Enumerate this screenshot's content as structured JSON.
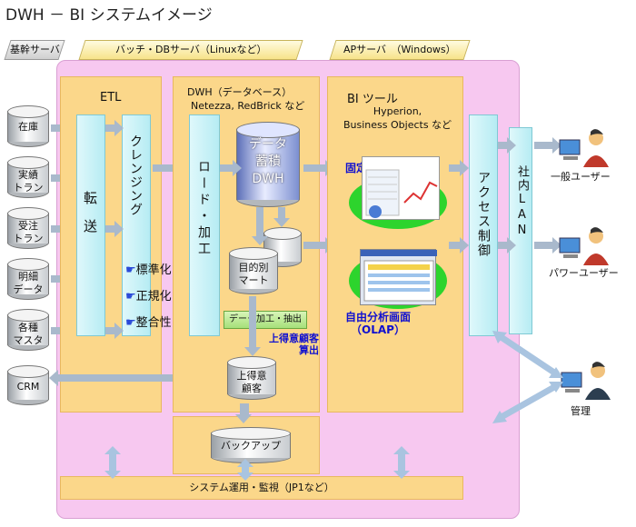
{
  "title": "DWH － BI システムイメージ",
  "tabs": {
    "core": "基幹サーバ",
    "batch": "バッチ・DBサーバ（Linuxなど）",
    "ap": "APサーバ　（Windows）"
  },
  "sources": [
    "在庫",
    "実績\nトラン",
    "受注\nトラン",
    "明細\nデータ",
    "各種\nマスタ"
  ],
  "crm": "CRM",
  "etl": {
    "title": "ETL",
    "transfer": "転送",
    "cleansing": "クレンジング",
    "items": [
      "標準化",
      "正規化",
      "整合性"
    ]
  },
  "dwh": {
    "title": "DWH（データベース）",
    "subtitle": "Netezza, RedBrick など",
    "load": "ロード・加工",
    "store": [
      "データ",
      "蓄積",
      "DWH"
    ],
    "mart": "目的別\nマート",
    "process": "データ加工・抽出",
    "calc": "上得意顧客\n算出",
    "topcustomer": "上得意\n顧客",
    "backup": "バックアップ"
  },
  "bi": {
    "title": "BI ツール",
    "subtitle": "Hyperion,\nBusiness Objects など",
    "fixed": "固定帳票",
    "free": "自由分析画面\n（OLAP）",
    "access": "アクセス制御"
  },
  "lan": "社内LAN",
  "users": [
    "一般ユーザー",
    "パワーユーザー",
    "管理"
  ],
  "ops": "システム運用・監視（JP1など）"
}
